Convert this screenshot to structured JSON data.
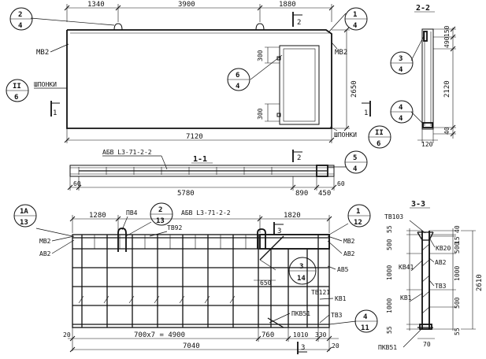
{
  "panel": {
    "dims_top": [
      "1340",
      "3900",
      "1880"
    ],
    "dim_height": "2650",
    "dim_width": "7120",
    "open_dims": [
      "300",
      "300"
    ],
    "labels": {
      "mv2_left": "МВ2",
      "mv2_right": "МВ2",
      "shponki_left": "ШПОНКИ",
      "shponki_right": "ШПОНКИ",
      "sec_top": "2",
      "sec_bottom": "1",
      "sec_right": "1"
    }
  },
  "circles": {
    "c1": {
      "top": "2",
      "bot": "4"
    },
    "c2": {
      "top": "1",
      "bot": "4"
    },
    "c3": {
      "top": "II",
      "bot": "6"
    },
    "c4": {
      "top": "6",
      "bot": "4"
    },
    "c5": {
      "top": "II",
      "bot": "6"
    },
    "c6": {
      "top": "5",
      "bot": "4"
    },
    "c7": {
      "top": "1А",
      "bot": "13"
    },
    "c8": {
      "top": "2",
      "bot": "13"
    },
    "c9": {
      "top": "1",
      "bot": "12"
    },
    "c10": {
      "top": "3",
      "bot": "14"
    },
    "c11": {
      "top": "4",
      "bot": "11"
    },
    "c12": {
      "top": "3",
      "bot": "4"
    },
    "c13": {
      "top": "4",
      "bot": "4"
    }
  },
  "section11": {
    "title": "1-1",
    "abv": "АБВ L3-71-2-2",
    "dims": [
      "5780",
      "890",
      "450"
    ],
    "d60a": "60",
    "d60b": "60",
    "sec2": "2"
  },
  "section22": {
    "title": "2-2",
    "dims": [
      "150",
      "490",
      "2120",
      "40"
    ],
    "bottom": "120"
  },
  "cage": {
    "abv": "АБВ L3-71-2-2",
    "labels": {
      "pv4": "ПВ4",
      "tv92": "ТВ92",
      "mv2_l": "МВ2",
      "av2_l": "АВ2",
      "mv2_r": "МВ2",
      "av2_r": "АВ2",
      "av5": "АВ5",
      "tv121": "ТВ121",
      "kv1": "КВ1",
      "pkv51": "ПКВ51",
      "tv3": "ТВ3",
      "sec3": "3"
    },
    "dims_top": [
      "1280",
      "1820"
    ],
    "dim_650": "650",
    "dims_bottom_1": [
      "20",
      "700х7 = 4900",
      "760",
      "1010",
      "330"
    ],
    "dims_bottom_2": [
      "7040",
      "20"
    ]
  },
  "section33": {
    "title": "3-3",
    "labels": {
      "tv103": "ТВ103",
      "kv20": "КВ20",
      "av2": "АВ2",
      "kv41": "КВ41",
      "kv1": "КВ1",
      "tv3": "ТВ3",
      "pkv51": "ПКВ51"
    },
    "dims_left": [
      "55",
      "500",
      "1000",
      "1000",
      "55"
    ],
    "dims_right": [
      "40",
      "15",
      "500",
      "1000",
      "500",
      "55"
    ],
    "overall": "2610",
    "bottom": "70"
  }
}
